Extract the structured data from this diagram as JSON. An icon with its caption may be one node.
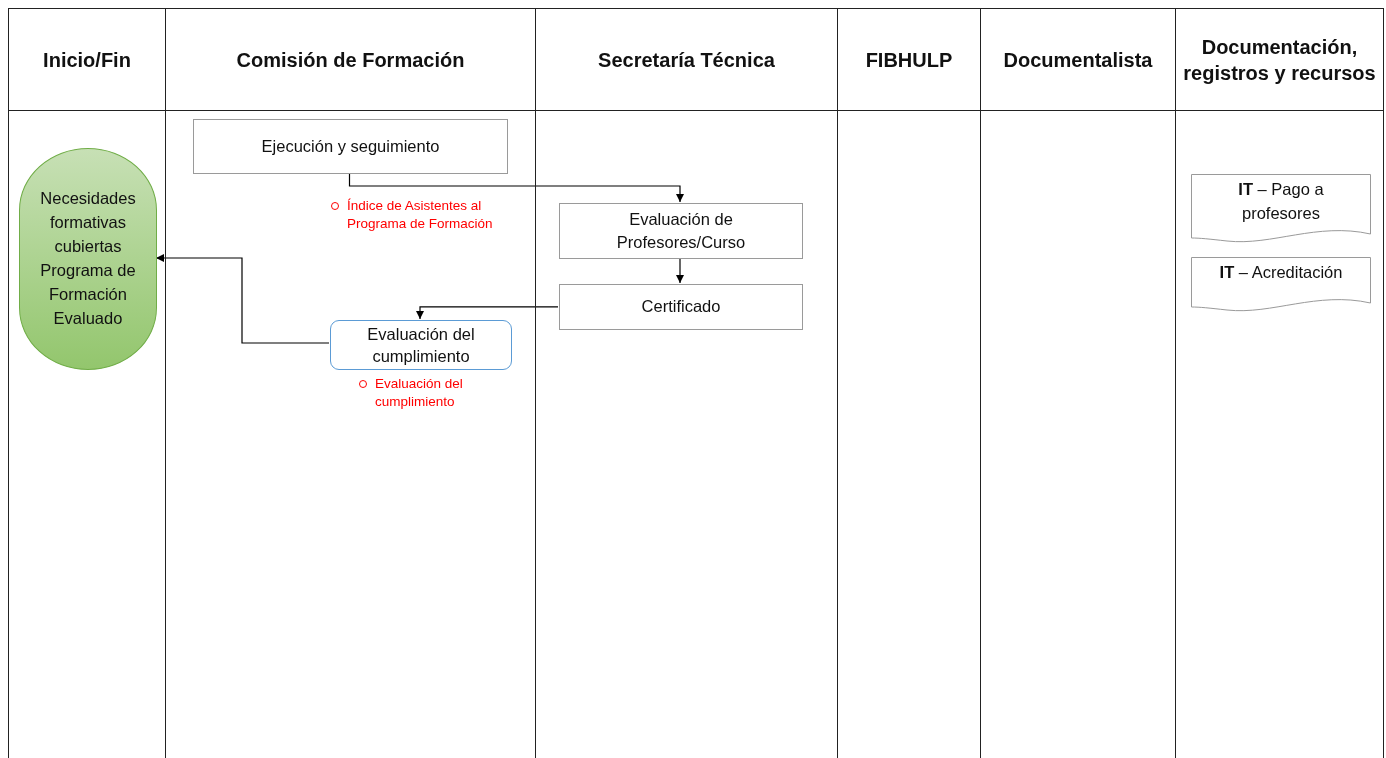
{
  "diagram": {
    "nodes": [
      {
        "text": [
          "Inicio/Fin"
        ]
      },
      {
        "text": [
          "Comisión de Formación"
        ]
      },
      {
        "text": [
          "Secretaría Técnica"
        ]
      },
      {
        "text": [
          "FIBHULP"
        ]
      },
      {
        "text": [
          "Documentalista"
        ]
      },
      {
        "text": [
          "Documentación, registros y recursos"
        ]
      },
      {
        "text": [
          "Ejecución y seguimiento"
        ],
        "in": 1,
        "beside": [
          "Índice de Asistentes al Programa de Formación"
        ]
      },
      {
        "text": [
          "Evaluación de Profesores/Curso"
        ],
        "in": 2
      },
      {
        "text": [
          "Certificado"
        ],
        "in": 2
      },
      {
        "text": [
          "Evaluación del cumplimiento"
        ],
        "in": 1,
        "beside": [
          "Evaluación del cumplimiento"
        ]
      },
      {
        "text": [
          "Necesidades formativas cubiertas Programa de Formación Evaluado"
        ],
        "in": 0
      },
      {
        "text": [
          "**IT** – Pago a profesores"
        ],
        "in": 5
      },
      {
        "text": [
          "**IT** – Acreditación"
        ],
        "in": 5
      }
    ],
    "edges": [
      {
        "from": 6,
        "to": 7,
        "arrow": "to"
      },
      {
        "from": 7,
        "to": 8,
        "arrow": "to"
      },
      {
        "from": 8,
        "to": 9,
        "arrow": "to"
      },
      {
        "from": 9,
        "to": 10,
        "arrow": "to"
      }
    ]
  }
}
